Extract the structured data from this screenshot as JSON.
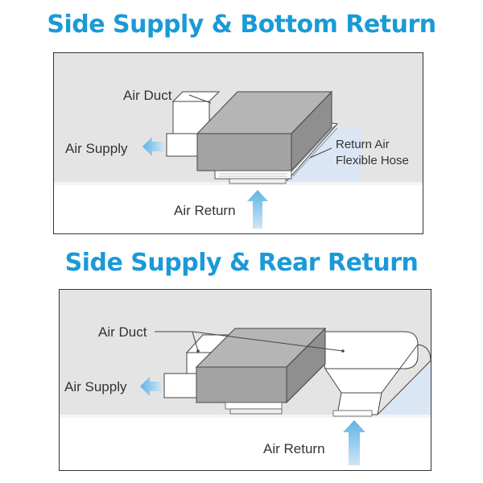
{
  "diagram1": {
    "title": "Side Supply & Bottom Return",
    "labels": {
      "air_duct": "Air Duct",
      "air_supply": "Air Supply",
      "return_air_line1": "Return Air",
      "return_air_line2": "Flexible Hose",
      "air_return": "Air Return"
    }
  },
  "diagram2": {
    "title": "Side Supply & Rear Return",
    "labels": {
      "air_duct": "Air Duct",
      "air_supply": "Air Supply",
      "air_return": "Air Return"
    }
  },
  "colors": {
    "title": "#1a9ad6",
    "arrow": "#7fc3ea",
    "ceiling": "#e3e3e3",
    "unit": "#a9a9a9",
    "hose": "#dfe8f6"
  }
}
